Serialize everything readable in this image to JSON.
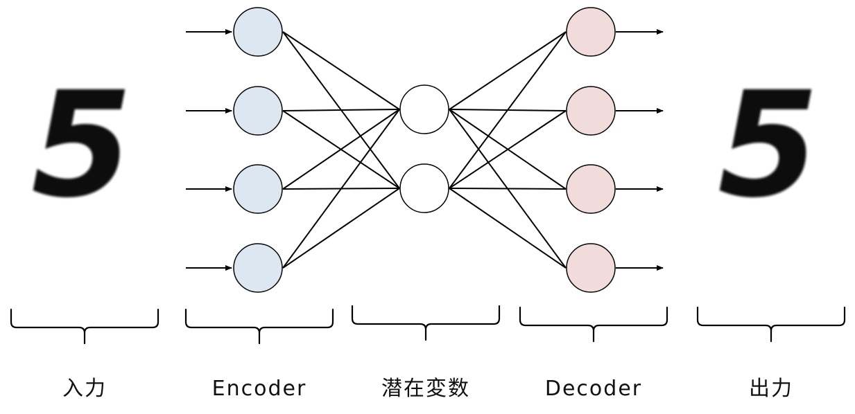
{
  "labels": {
    "input": "入力",
    "encoder": "Encoder",
    "latent": "潜在変数",
    "decoder": "Decoder",
    "output": "出力"
  },
  "digits": {
    "input": "5",
    "output": "5"
  },
  "layers": {
    "input_nodes": 4,
    "latent_nodes": 2,
    "output_nodes": 4
  },
  "colors": {
    "encoder_node_fill": "#dde7f2",
    "latent_node_fill": "#ffffff",
    "decoder_node_fill": "#f2dcdb",
    "edge": "#000000",
    "digit": "#111111"
  }
}
